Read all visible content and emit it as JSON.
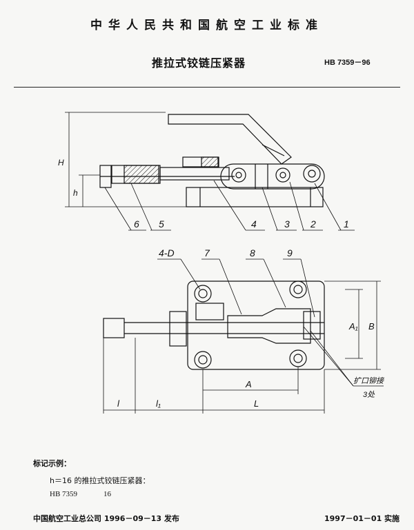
{
  "header": {
    "standard_title": "中华人民共和国航空工业标准",
    "doc_title": "推拉式铰链压紧器",
    "standard_number": "HB 7359－96"
  },
  "drawing": {
    "dim_h_total": "H",
    "dim_h": "h",
    "parts": [
      "6",
      "5",
      "4",
      "3",
      "2",
      "1"
    ],
    "plan_labels": {
      "holes": "4-D",
      "p7": "7",
      "p8": "8",
      "p9": "9"
    },
    "dims": {
      "A1": "A₁",
      "B": "B",
      "A": "A",
      "L": "L",
      "l": "l",
      "l1": "l₁"
    },
    "note_line1": "扩口铆接",
    "note_line2": "3处"
  },
  "example": {
    "heading": "标记示例：",
    "desc": "h＝16 的推拉式铰链压紧器：",
    "code_std": "HB 7359",
    "code_h": "16"
  },
  "footer": {
    "issuer": "中国航空工业总公司 1996－09－13 发布",
    "implement": "1997－01－01 实施"
  }
}
